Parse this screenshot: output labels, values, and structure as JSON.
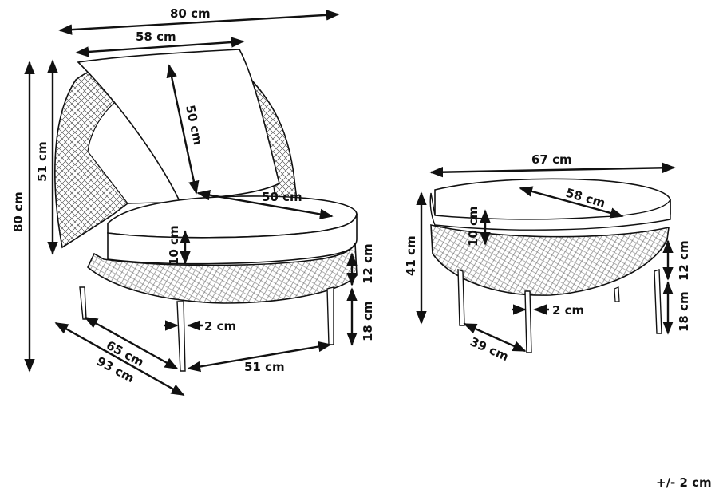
{
  "chair": {
    "dims": {
      "total_width": "80 cm",
      "cushion_width": "58 cm",
      "back_pillow_height": "50 cm",
      "seat_depth": "50 cm",
      "total_height": "80 cm",
      "back_height": "51 cm",
      "cushion_thickness": "10 cm",
      "frame_band": "12 cm",
      "leg_height": "18 cm",
      "leg_diameter": "2 cm",
      "base_depth_inner": "65 cm",
      "base_depth_outer": "93 cm",
      "leg_span": "51 cm"
    }
  },
  "ottoman": {
    "dims": {
      "total_width": "67 cm",
      "cushion_depth": "58 cm",
      "cushion_thickness": "10 cm",
      "total_height": "41 cm",
      "frame_band": "12 cm",
      "leg_height": "18 cm",
      "leg_diameter": "2 cm",
      "leg_span": "39 cm"
    }
  },
  "tolerance": "+/- 2 cm"
}
